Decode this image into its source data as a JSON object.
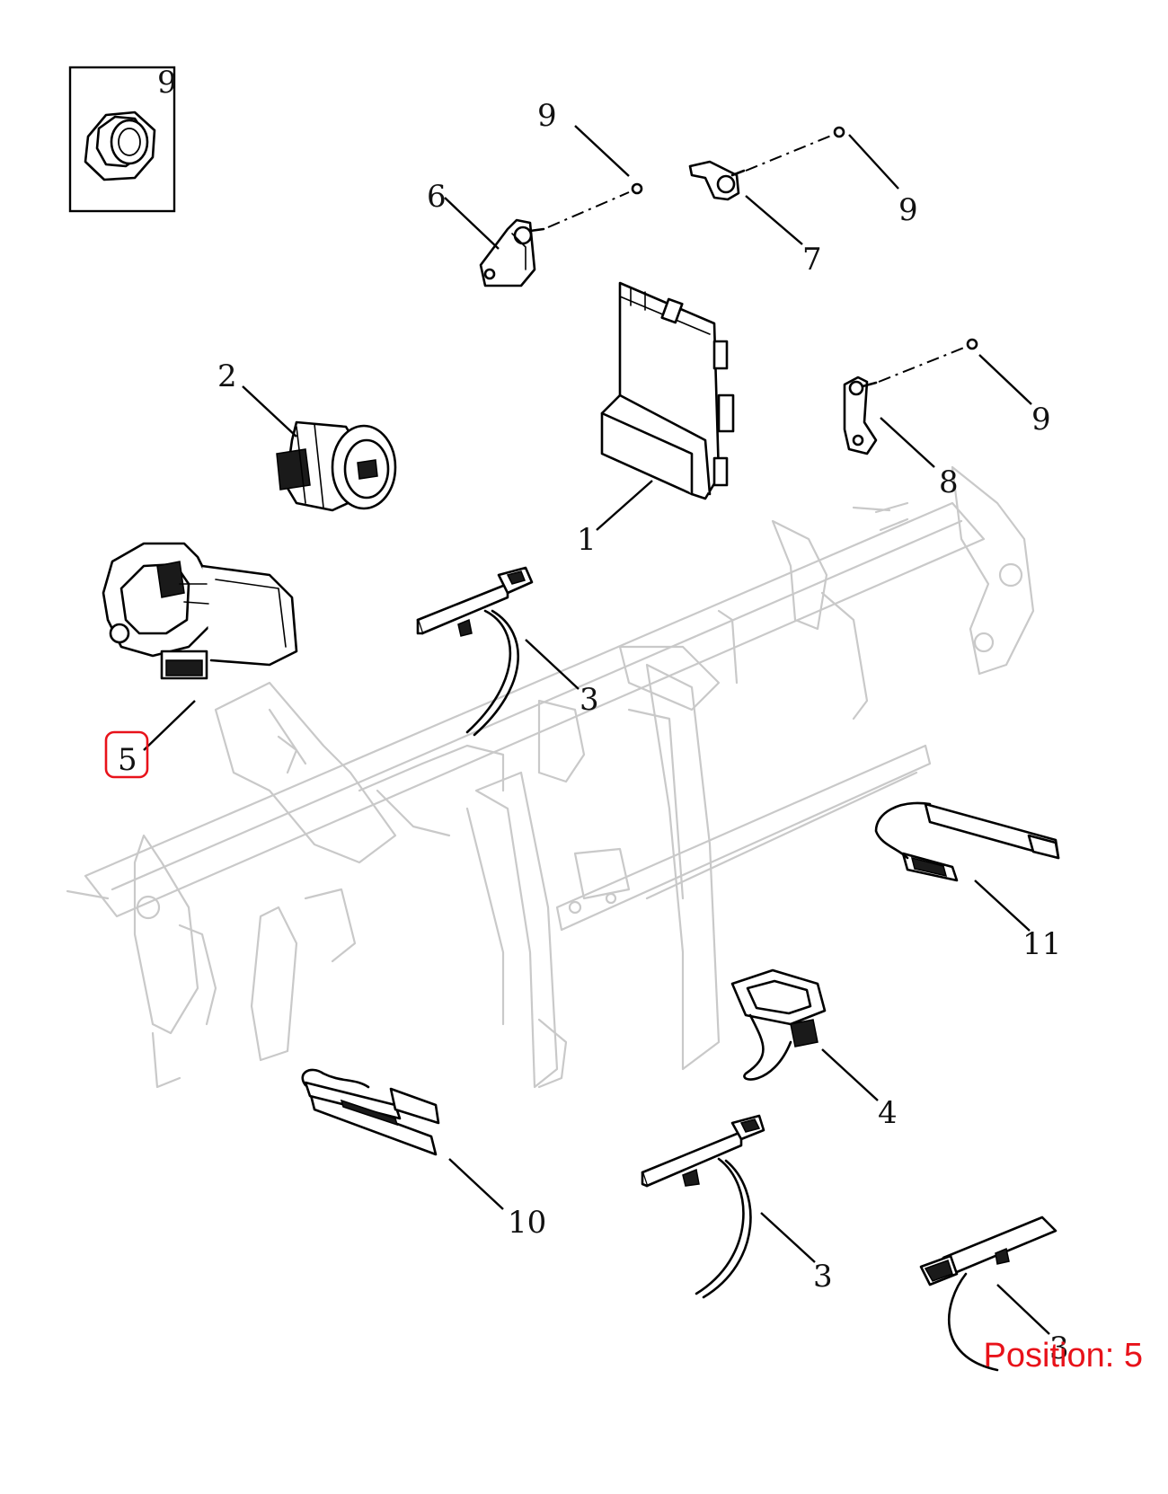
{
  "callouts": {
    "inset_nut": "9",
    "part1": "1",
    "part2": "2",
    "part3_a": "3",
    "part3_b": "3",
    "part3_c": "3",
    "part4": "4",
    "part5": "5",
    "part6": "6",
    "part7": "7",
    "part8": "8",
    "nut_a": "9",
    "nut_b": "9",
    "nut_c": "9",
    "part10": "10",
    "part11": "11"
  },
  "position": {
    "text": "Position: 5",
    "color": "#e8121a"
  },
  "highlight_color": "#e8121a"
}
